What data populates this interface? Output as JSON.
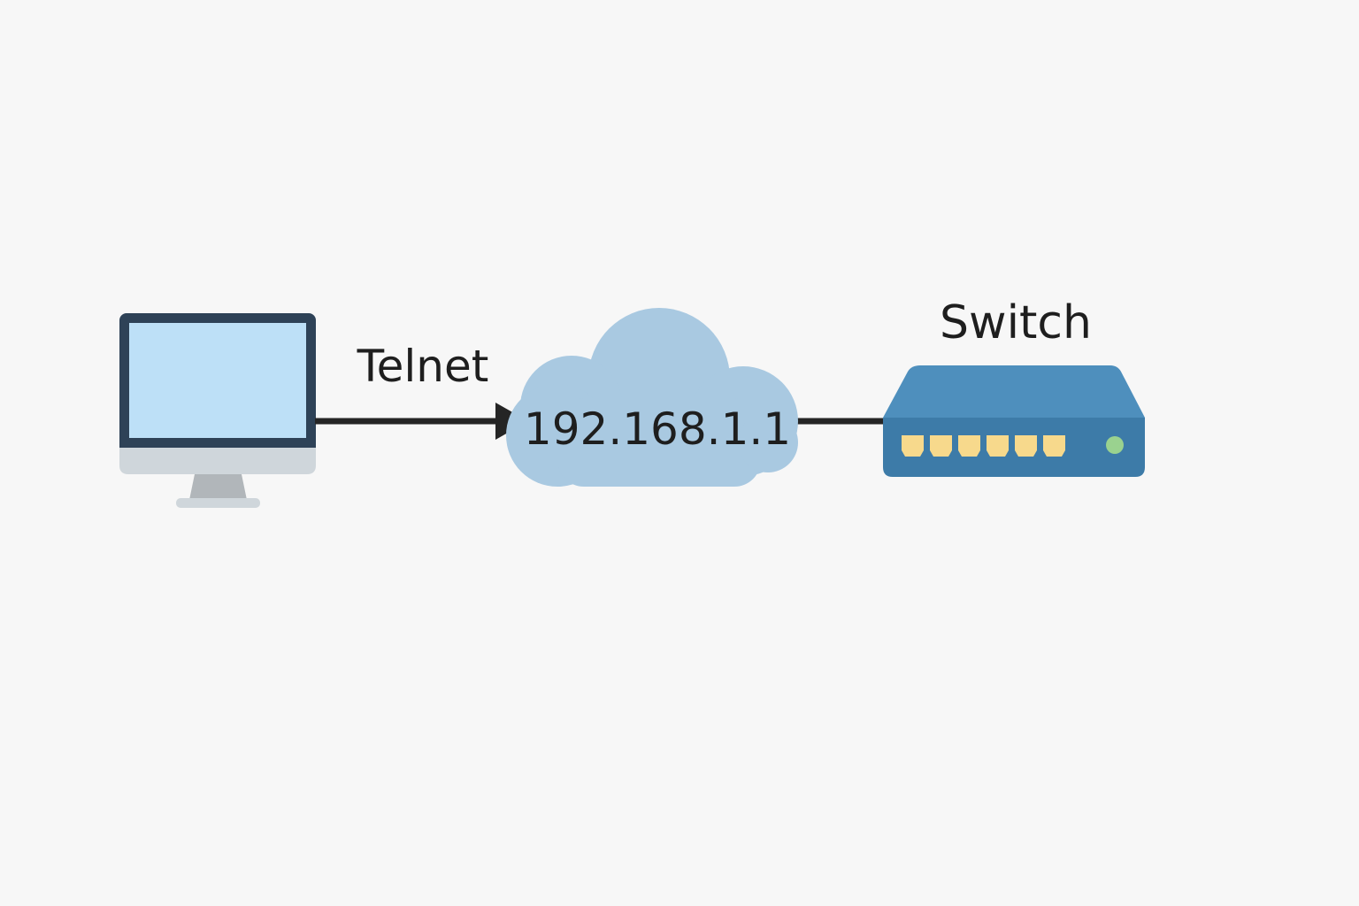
{
  "nodes": {
    "computer": {
      "icon": "desktop-computer-icon"
    },
    "cloud": {
      "icon": "cloud-icon",
      "label": "192.168.1.1"
    },
    "switch": {
      "icon": "network-switch-icon",
      "label": "Switch",
      "port_count": 6
    }
  },
  "edges": [
    {
      "from": "computer",
      "to": "cloud",
      "label": "Telnet",
      "arrow": true
    },
    {
      "from": "cloud",
      "to": "switch",
      "label": "",
      "arrow": false
    }
  ],
  "colors": {
    "background": "#f7f7f7",
    "monitor_frame": "#2e4257",
    "monitor_screen": "#bde0f7",
    "monitor_chin": "#cfd6db",
    "monitor_stand": "#b1b6ba",
    "cloud": "#a9c9e1",
    "switch_body": "#3d7ba8",
    "switch_top": "#4e8fbd",
    "switch_port": "#f7d98c",
    "switch_led": "#9ad28f",
    "line": "#252525",
    "text": "#1e1e1e"
  }
}
